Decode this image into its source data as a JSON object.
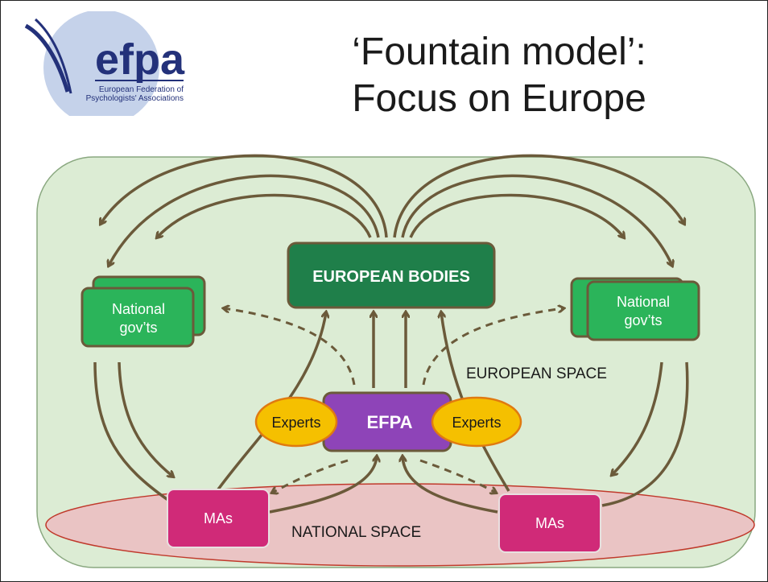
{
  "logo": {
    "wordmark": "efpa",
    "subtitle_line1": "European Federation of",
    "subtitle_line2": "Psychologists' Associations"
  },
  "title": {
    "line1": "‘Fountain model’:",
    "line2": "Focus on Europe"
  },
  "nodes": {
    "european_bodies": "EUROPEAN BODIES",
    "national_govts_left_line1": "National",
    "national_govts_left_line2": "gov’ts",
    "national_govts_right_line1": "National",
    "national_govts_right_line2": "gov’ts",
    "efpa": "EFPA",
    "experts_left": "Experts",
    "experts_right": "Experts",
    "mas_left": "MAs",
    "mas_right": "MAs"
  },
  "regions": {
    "european_space": "EUROPEAN SPACE",
    "national_space": "NATIONAL SPACE"
  },
  "colors": {
    "european_space_fill": "#dcecd4",
    "national_space_fill": "#eac4c4",
    "european_bodies_fill": "#1f7f4a",
    "national_govts_fill": "#2bb45a",
    "efpa_fill": "#8e44b8",
    "experts_fill": "#f5c000",
    "mas_fill": "#d02a78",
    "arrow": "#6b5a3a",
    "box_border": "#6b5a3a",
    "logo_circle": "#c5d2ea",
    "logo_text": "#23317a"
  }
}
